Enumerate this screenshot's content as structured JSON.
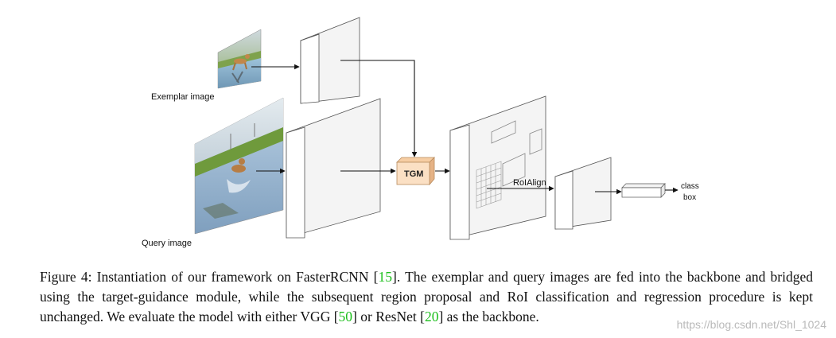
{
  "diagram": {
    "labels": {
      "exemplar_image": "Exemplar image",
      "query_image": "Query image",
      "tgm": "TGM",
      "roialign": "RoIAlign",
      "class": "class",
      "box": "box"
    }
  },
  "caption": {
    "prefix": "Figure 4: Instantiation of our framework on FasterRCNN [",
    "ref1": "15",
    "part2": "]. The exemplar and query images are fed into the backbone and bridged using the target-guidance module, while the subsequent region proposal and RoI classification and regression procedure is kept unchanged. We evaluate the model with either VGG [",
    "ref2": "50",
    "part3": "] or ResNet [",
    "ref3": "20",
    "part4": "] as the backbone."
  },
  "watermark": "https://blog.csdn.net/Shl_1024",
  "colors": {
    "tgm_fill": "#fbe0c4",
    "tgm_stroke": "#b98c5e",
    "citation": "#1dbf1d"
  }
}
